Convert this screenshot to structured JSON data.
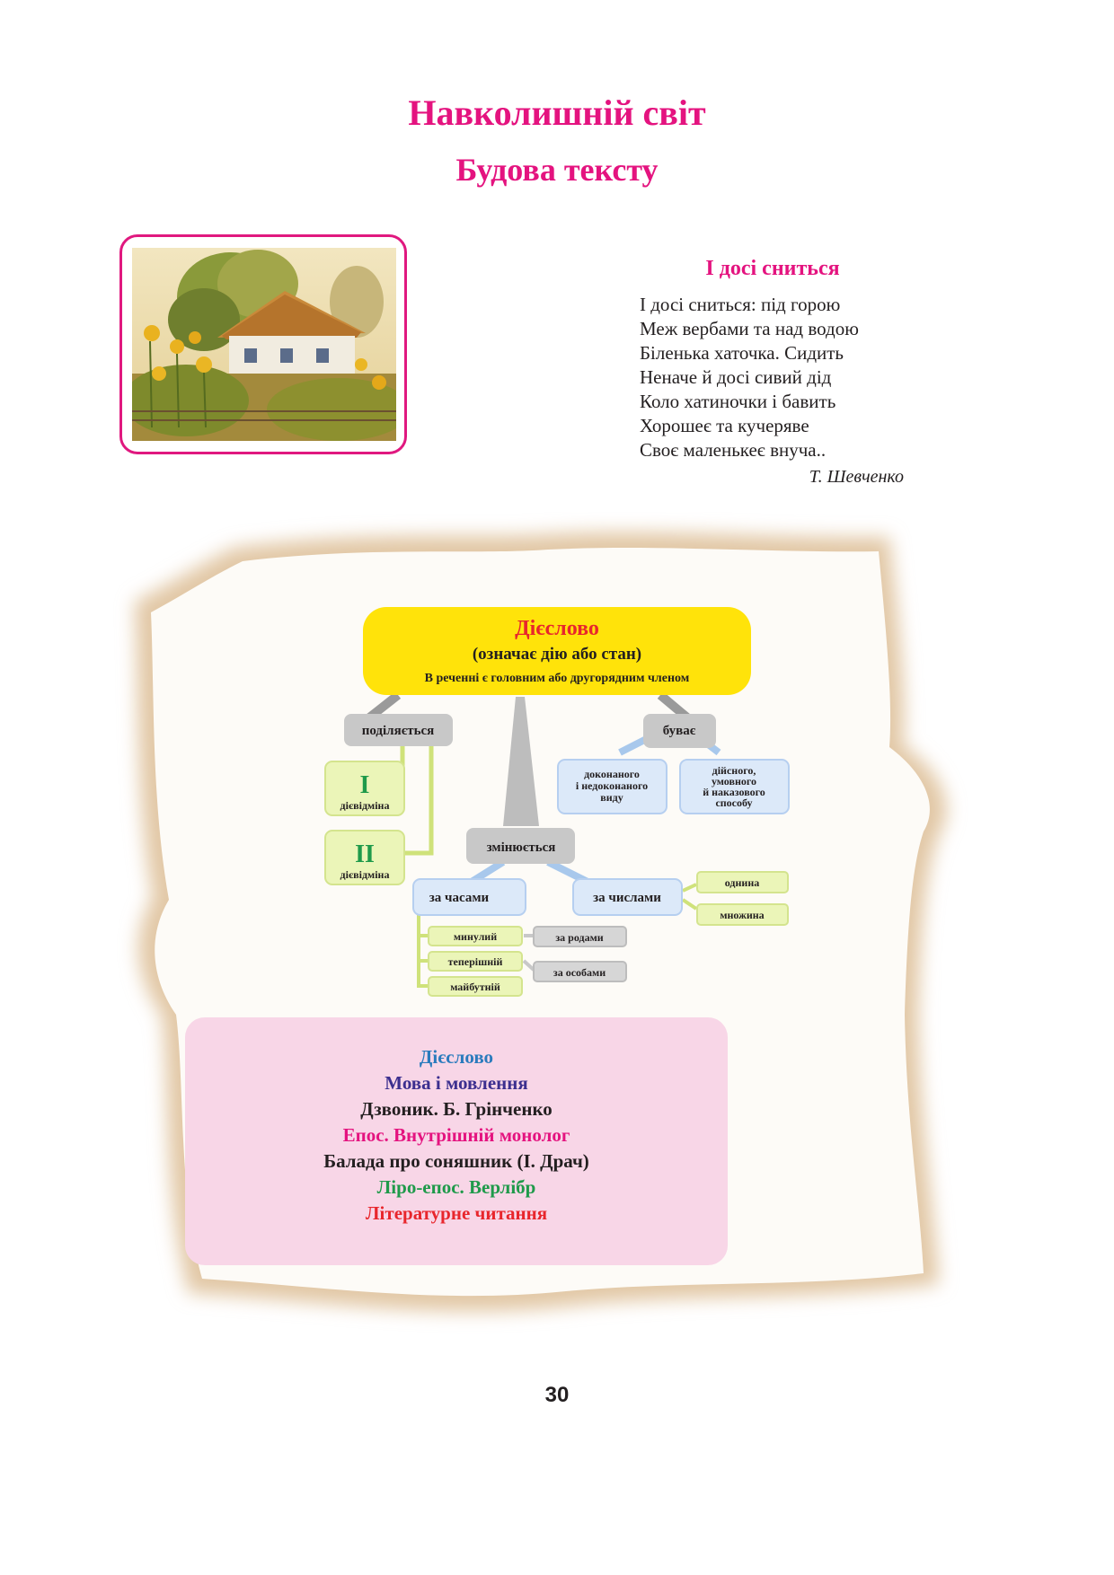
{
  "header": {
    "title": "Навколишній світ",
    "subtitle": "Будова тексту"
  },
  "picture": {
    "description_icon": "village-house-painting-icon"
  },
  "poem": {
    "title": "І досі сниться",
    "lines": [
      "І досі сниться: під горою",
      "Меж вербами та над водою",
      "Біленька хаточка. Сидить",
      "Неначе й досі сивий дід",
      "Коло хатиночки і бавить",
      "Хорошеє та кучеряве",
      "Своє маленькеє внуча.."
    ],
    "author": "Т. Шевченко"
  },
  "diagram": {
    "root": {
      "title": "Дієслово",
      "subtitle": "(означає дію або стан)",
      "note": "В реченні є головним або другорядним членом"
    },
    "divides": "поділяється",
    "conj1_num": "І",
    "conj1_label": "дієвідміна",
    "conj2_num": "ІІ",
    "conj2_label": "дієвідміна",
    "is": "буває",
    "aspect": [
      "доконаного",
      "і недоконаного",
      "виду"
    ],
    "mood": [
      "дійсного,",
      "умовного",
      "й наказового",
      "способу"
    ],
    "changes": "змінюється",
    "by_tense": "за часами",
    "by_number": "за числами",
    "singular": "однина",
    "plural": "множина",
    "past": "минулий",
    "present": "теперішній",
    "future": "майбутній",
    "by_gender": "за родами",
    "by_person": "за особами"
  },
  "links": [
    {
      "text": "Дієслово",
      "color": "#2a7bbd"
    },
    {
      "text": "Мова і мовлення",
      "color": "#3c2f8f"
    },
    {
      "text": "Дзвоник. Б. Грінченко",
      "color": "#231f20"
    },
    {
      "text": "Епос. Внутрішній монолог",
      "color": "#e4137f"
    },
    {
      "text": "Балада про соняшник (І. Драч)",
      "color": "#231f20"
    },
    {
      "text": "Ліро-епос. Верлібр",
      "color": "#1f9a4a"
    },
    {
      "text": "Літературне читання",
      "color": "#e8262c"
    }
  ],
  "footer": {
    "page_number": "30"
  }
}
